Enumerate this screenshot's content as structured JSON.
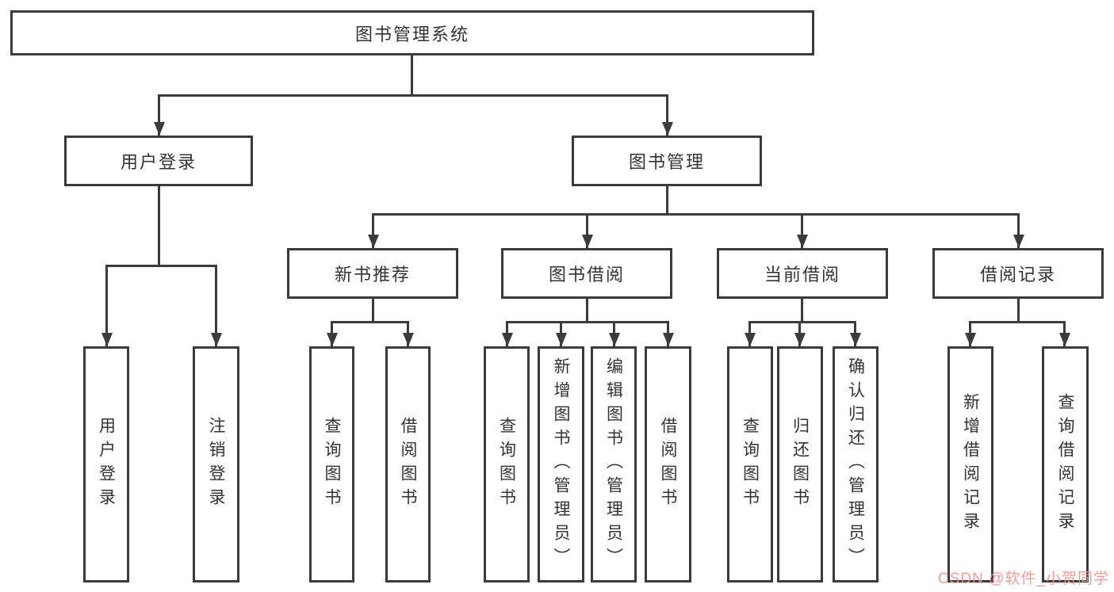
{
  "colors": {
    "line": "#3b3b3b",
    "node_border": "#3b3b3b",
    "node_text": "#333333",
    "background": "#ffffff",
    "watermark": "#f3928e"
  },
  "tree": {
    "root": {
      "label": "图书管理系统"
    },
    "level2": [
      {
        "id": "user-login",
        "label": "用户登录"
      },
      {
        "id": "book-manage",
        "label": "图书管理"
      }
    ],
    "level3": [
      {
        "id": "new-book-recommend",
        "parent": "图书管理",
        "label": "新书推荐"
      },
      {
        "id": "book-borrow",
        "parent": "图书管理",
        "label": "图书借阅"
      },
      {
        "id": "current-borrow",
        "parent": "图书管理",
        "label": "当前借阅"
      },
      {
        "id": "borrow-records",
        "parent": "图书管理",
        "label": "借阅记录"
      }
    ],
    "leaves": [
      {
        "parent": "用户登录",
        "label": "用户登录"
      },
      {
        "parent": "用户登录",
        "label": "注销登录"
      },
      {
        "parent": "新书推荐",
        "label": "查询图书"
      },
      {
        "parent": "新书推荐",
        "label": "借阅图书"
      },
      {
        "parent": "图书借阅",
        "label": "查询图书"
      },
      {
        "parent": "图书借阅",
        "label": "新增图书（管理员）"
      },
      {
        "parent": "图书借阅",
        "label": "编辑图书（管理员）"
      },
      {
        "parent": "图书借阅",
        "label": "借阅图书"
      },
      {
        "parent": "当前借阅",
        "label": "查询图书"
      },
      {
        "parent": "当前借阅",
        "label": "归还图书"
      },
      {
        "parent": "当前借阅",
        "label": "确认归还（管理员）"
      },
      {
        "parent": "借阅记录",
        "label": "新增借阅记录"
      },
      {
        "parent": "借阅记录",
        "label": "查询借阅记录"
      }
    ]
  },
  "watermark": {
    "text": "CSDN @软件_小贺同学"
  }
}
